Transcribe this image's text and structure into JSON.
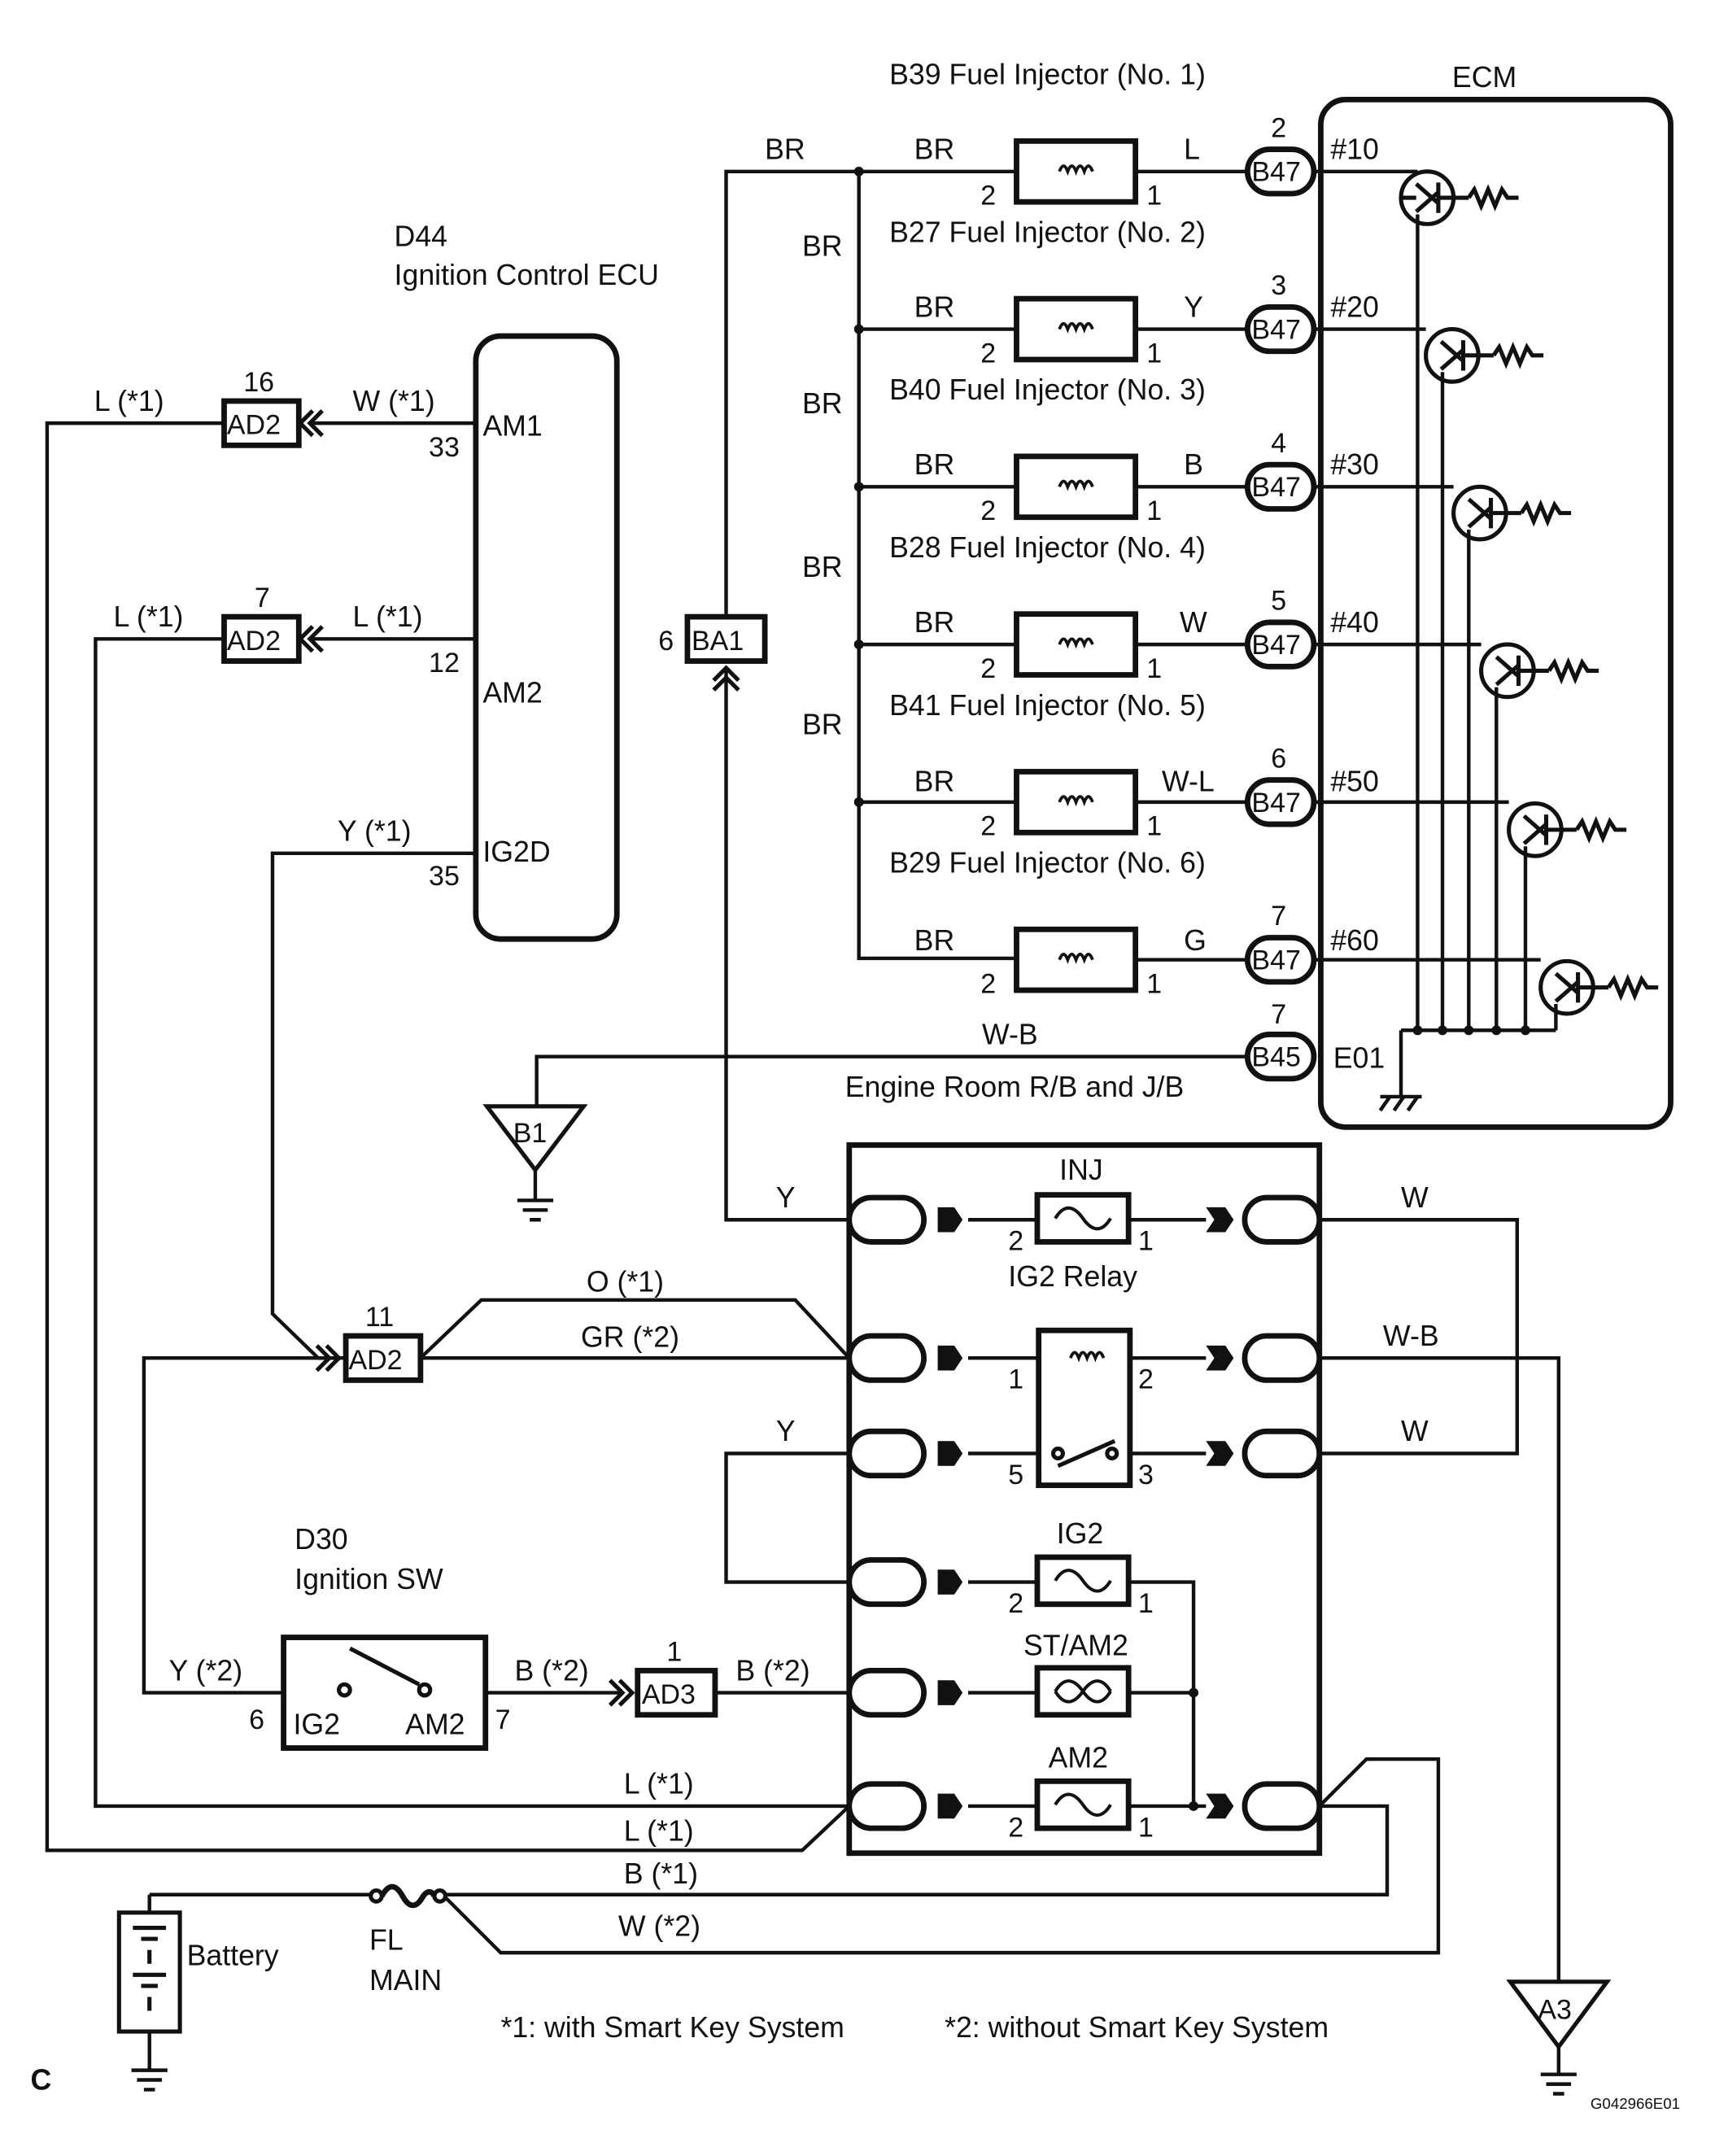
{
  "ecm": {
    "title": "ECM",
    "pins": [
      "#10",
      "#20",
      "#30",
      "#40",
      "#50",
      "#60",
      "E01"
    ]
  },
  "ignition_ecu": {
    "code": "D44",
    "title": "Ignition Control ECU",
    "pins": [
      {
        "name": "AM1",
        "num": "33"
      },
      {
        "name": "AM2",
        "num": "12"
      },
      {
        "name": "IG2D",
        "num": "35"
      }
    ]
  },
  "injectors": [
    {
      "label": "B39 Fuel Injector (No. 1)",
      "out_wire": "L",
      "pin": "2",
      "ecm_pin": "#10"
    },
    {
      "label": "B27 Fuel Injector (No. 2)",
      "out_wire": "Y",
      "pin": "3",
      "ecm_pin": "#20"
    },
    {
      "label": "B40 Fuel Injector (No. 3)",
      "out_wire": "B",
      "pin": "4",
      "ecm_pin": "#30"
    },
    {
      "label": "B28 Fuel Injector (No. 4)",
      "out_wire": "W",
      "pin": "5",
      "ecm_pin": "#40"
    },
    {
      "label": "B41 Fuel Injector (No. 5)",
      "out_wire": "W-L",
      "pin": "6",
      "ecm_pin": "#50"
    },
    {
      "label": "B29 Fuel Injector (No. 6)",
      "out_wire": "G",
      "pin": "7",
      "ecm_pin": "#60"
    }
  ],
  "connectors": {
    "b47": "B47",
    "b45": "B45",
    "ba1": "BA1",
    "ad2": "AD2",
    "ad3": "AD3",
    "b1": "B1",
    "a3": "A3"
  },
  "pin_numbers": {
    "n1": "1",
    "n2": "2",
    "n3": "3",
    "n5": "5",
    "n6": "6",
    "n7": "7",
    "n11": "11",
    "n16": "16"
  },
  "wire_colors": {
    "br": "BR",
    "wb": "W-B",
    "y": "Y",
    "w": "W",
    "o1": "O (*1)",
    "gr2": "GR (*2)",
    "l1": "L (*1)",
    "w1": "W (*1)",
    "y1": "Y (*1)",
    "y2": "Y (*2)",
    "b2": "B (*2)",
    "b1": "B (*1)",
    "w2": "W (*2)"
  },
  "relay_box": {
    "title": "Engine Room R/B and J/B",
    "inj": "INJ",
    "relay": "IG2 Relay",
    "ig2": "IG2",
    "stam2": "ST/AM2",
    "am2": "AM2"
  },
  "ignition_sw": {
    "code": "D30",
    "title": "Ignition SW",
    "ig2": "IG2",
    "am2": "AM2"
  },
  "power": {
    "battery": "Battery",
    "fl": "FL",
    "main": "MAIN"
  },
  "notes": {
    "n1": "*1: with Smart Key System",
    "n2": "*2: without Smart Key System",
    "corner": "C",
    "code": "G042966E01"
  }
}
